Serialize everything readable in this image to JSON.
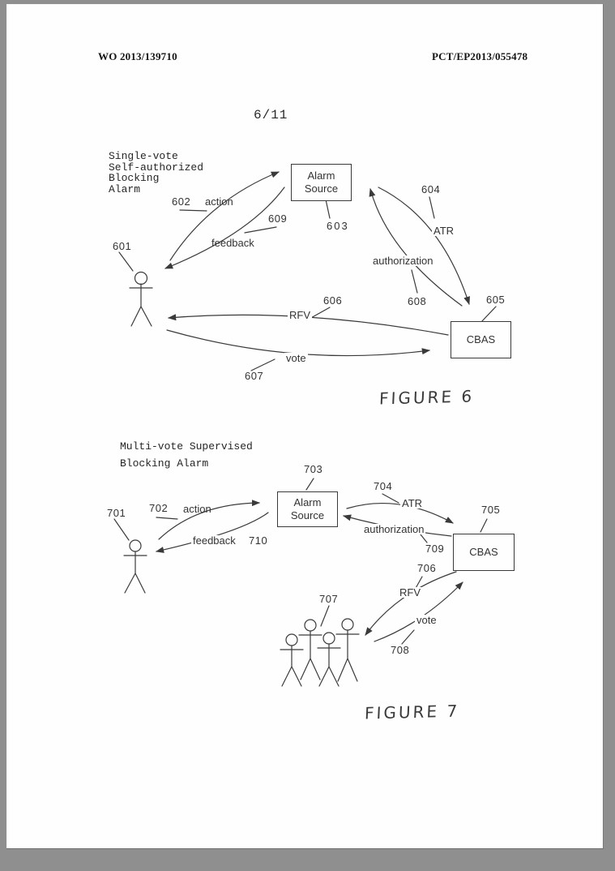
{
  "header": {
    "doc_number_left": "WO 2013/139710",
    "doc_number_right": "PCT/EP2013/055478",
    "page_number": "6/11"
  },
  "figure6": {
    "title_line1": "Single-vote",
    "title_line2": "Self-authorized",
    "title_line3": "Blocking",
    "title_line4": "Alarm",
    "caption": "FIGURE 6",
    "person_ref": "601",
    "alarm_source_line1": "Alarm",
    "alarm_source_line2": "Source",
    "alarm_source_ref": "603",
    "cbas_label": "CBAS",
    "cbas_ref": "605",
    "action_label": "action",
    "action_ref": "602",
    "feedback_label": "feedback",
    "feedback_ref": "609",
    "atr_label": "ATR",
    "atr_ref": "604",
    "authorization_label": "authorization",
    "authorization_ref": "608",
    "rfv_label": "RFV",
    "rfv_ref": "606",
    "vote_label": "vote",
    "vote_ref": "607"
  },
  "figure7": {
    "title_line1": "Multi-vote Supervised",
    "title_line2": "Blocking Alarm",
    "caption": "FIGURE 7",
    "person_ref": "701",
    "crowd_ref": "707",
    "alarm_source_line1": "Alarm",
    "alarm_source_line2": "Source",
    "alarm_source_ref": "703",
    "cbas_label": "CBAS",
    "cbas_ref": "705",
    "action_label": "action",
    "action_ref": "702",
    "feedback_label": "feedback",
    "feedback_ref": "710",
    "atr_label": "ATR",
    "atr_ref": "704",
    "authorization_label": "authorization",
    "authorization_ref": "709",
    "rfv_label": "RFV",
    "rfv_ref": "706",
    "vote_label": "vote",
    "vote_ref": "708"
  },
  "colors": {
    "ink": "#3a3a3a",
    "paper": "#fefefe",
    "frame": "#8f8f8f"
  }
}
